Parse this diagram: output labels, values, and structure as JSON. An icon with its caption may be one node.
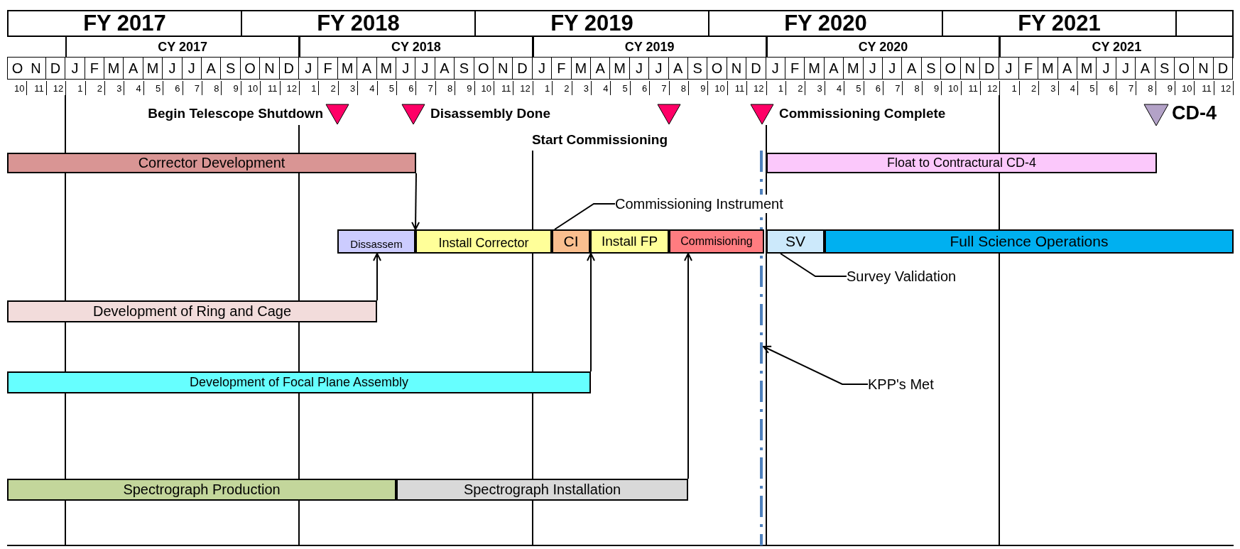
{
  "diagram": {
    "nodes": [
      {
        "text": [],
        "shape": "triangle",
        "beside": [
          "Begin Telescope Shutdown"
        ]
      },
      {
        "text": [],
        "shape": "triangle",
        "beside": [
          "Disassembly Done"
        ]
      },
      {
        "text": [],
        "shape": "triangle",
        "beside": [
          "Start Commissioning"
        ]
      },
      {
        "text": [],
        "shape": "triangle",
        "beside": [
          "Commissioning Complete"
        ]
      },
      {
        "text": [],
        "shape": "triangle",
        "beside": [
          "CD-4"
        ]
      },
      {
        "text": [
          "Corrector Development"
        ]
      },
      {
        "text": [
          "Float to Contractural CD-4"
        ]
      },
      {
        "text": [
          "Commissioning Instrument"
        ]
      },
      {
        "text": [
          "Dissassem"
        ]
      },
      {
        "text": [
          "Install Corrector"
        ]
      },
      {
        "text": [
          "CI"
        ]
      },
      {
        "text": [
          "Install FP"
        ]
      },
      {
        "text": [
          "Commisioning"
        ]
      },
      {
        "text": [
          "SV"
        ]
      },
      {
        "text": [
          "Full Science Operations"
        ]
      },
      {
        "text": [
          "Survey Validation"
        ]
      },
      {
        "text": [
          "Development of Ring and Cage"
        ]
      },
      {
        "text": [
          "KPP's Met"
        ]
      },
      {
        "text": [
          "Development of Focal Plane Assembly"
        ]
      },
      {
        "text": [
          "Spectrograph Production"
        ]
      },
      {
        "text": [
          "Spectrograph Installation"
        ]
      },
      {
        "text": [],
        "shape": "line"
      }
    ],
    "edges": [
      {
        "from": 5,
        "to": 9,
        "arrow": "to"
      },
      {
        "from": 16,
        "to": 8,
        "arrow": "to"
      },
      {
        "from": 18,
        "to": 11,
        "arrow": "to"
      },
      {
        "from": 20,
        "to": 12,
        "arrow": "to"
      },
      {
        "from": 7,
        "to": 10,
        "arrow": "none"
      },
      {
        "from": 15,
        "to": 13,
        "arrow": "none"
      },
      {
        "from": 17,
        "to": 21,
        "arrow": "to"
      }
    ],
    "labels": [
      "FY 2017",
      "FY 2018",
      "FY 2019",
      "FY 2020",
      "FY 2021",
      "CY 2017",
      "CY 2018",
      "CY 2019",
      "CY 2020",
      "CY 2021",
      "O",
      "N",
      "D",
      "J",
      "F",
      "M",
      "A",
      "M",
      "J",
      "J",
      "A",
      "S",
      "O",
      "N",
      "D",
      "J",
      "F",
      "M",
      "A",
      "M",
      "J",
      "J",
      "A",
      "S",
      "O",
      "N",
      "D",
      "J",
      "F",
      "M",
      "A",
      "M",
      "J",
      "J",
      "A",
      "S",
      "O",
      "N",
      "D",
      "J",
      "F",
      "M",
      "A",
      "M",
      "J",
      "J",
      "A",
      "S",
      "O",
      "N",
      "D",
      "J",
      "F",
      "M",
      "A",
      "M",
      "J",
      "J",
      "A",
      "S",
      "O",
      "N",
      "D",
      "10",
      "11",
      "12",
      "1",
      "2",
      "3",
      "4",
      "5",
      "6",
      "7",
      "8",
      "9",
      "10",
      "11",
      "12",
      "1",
      "2",
      "3",
      "4",
      "5",
      "6",
      "7",
      "8",
      "9",
      "10",
      "11",
      "12",
      "1",
      "2",
      "3",
      "4",
      "5",
      "6",
      "7",
      "8",
      "9",
      "10",
      "11",
      "12",
      "1",
      "2",
      "3",
      "4",
      "5",
      "6",
      "7",
      "8",
      "9",
      "10",
      "11",
      "12",
      "1",
      "2",
      "3",
      "4",
      "5",
      "6",
      "7",
      "8",
      "9",
      "10",
      "11",
      "12"
    ]
  }
}
